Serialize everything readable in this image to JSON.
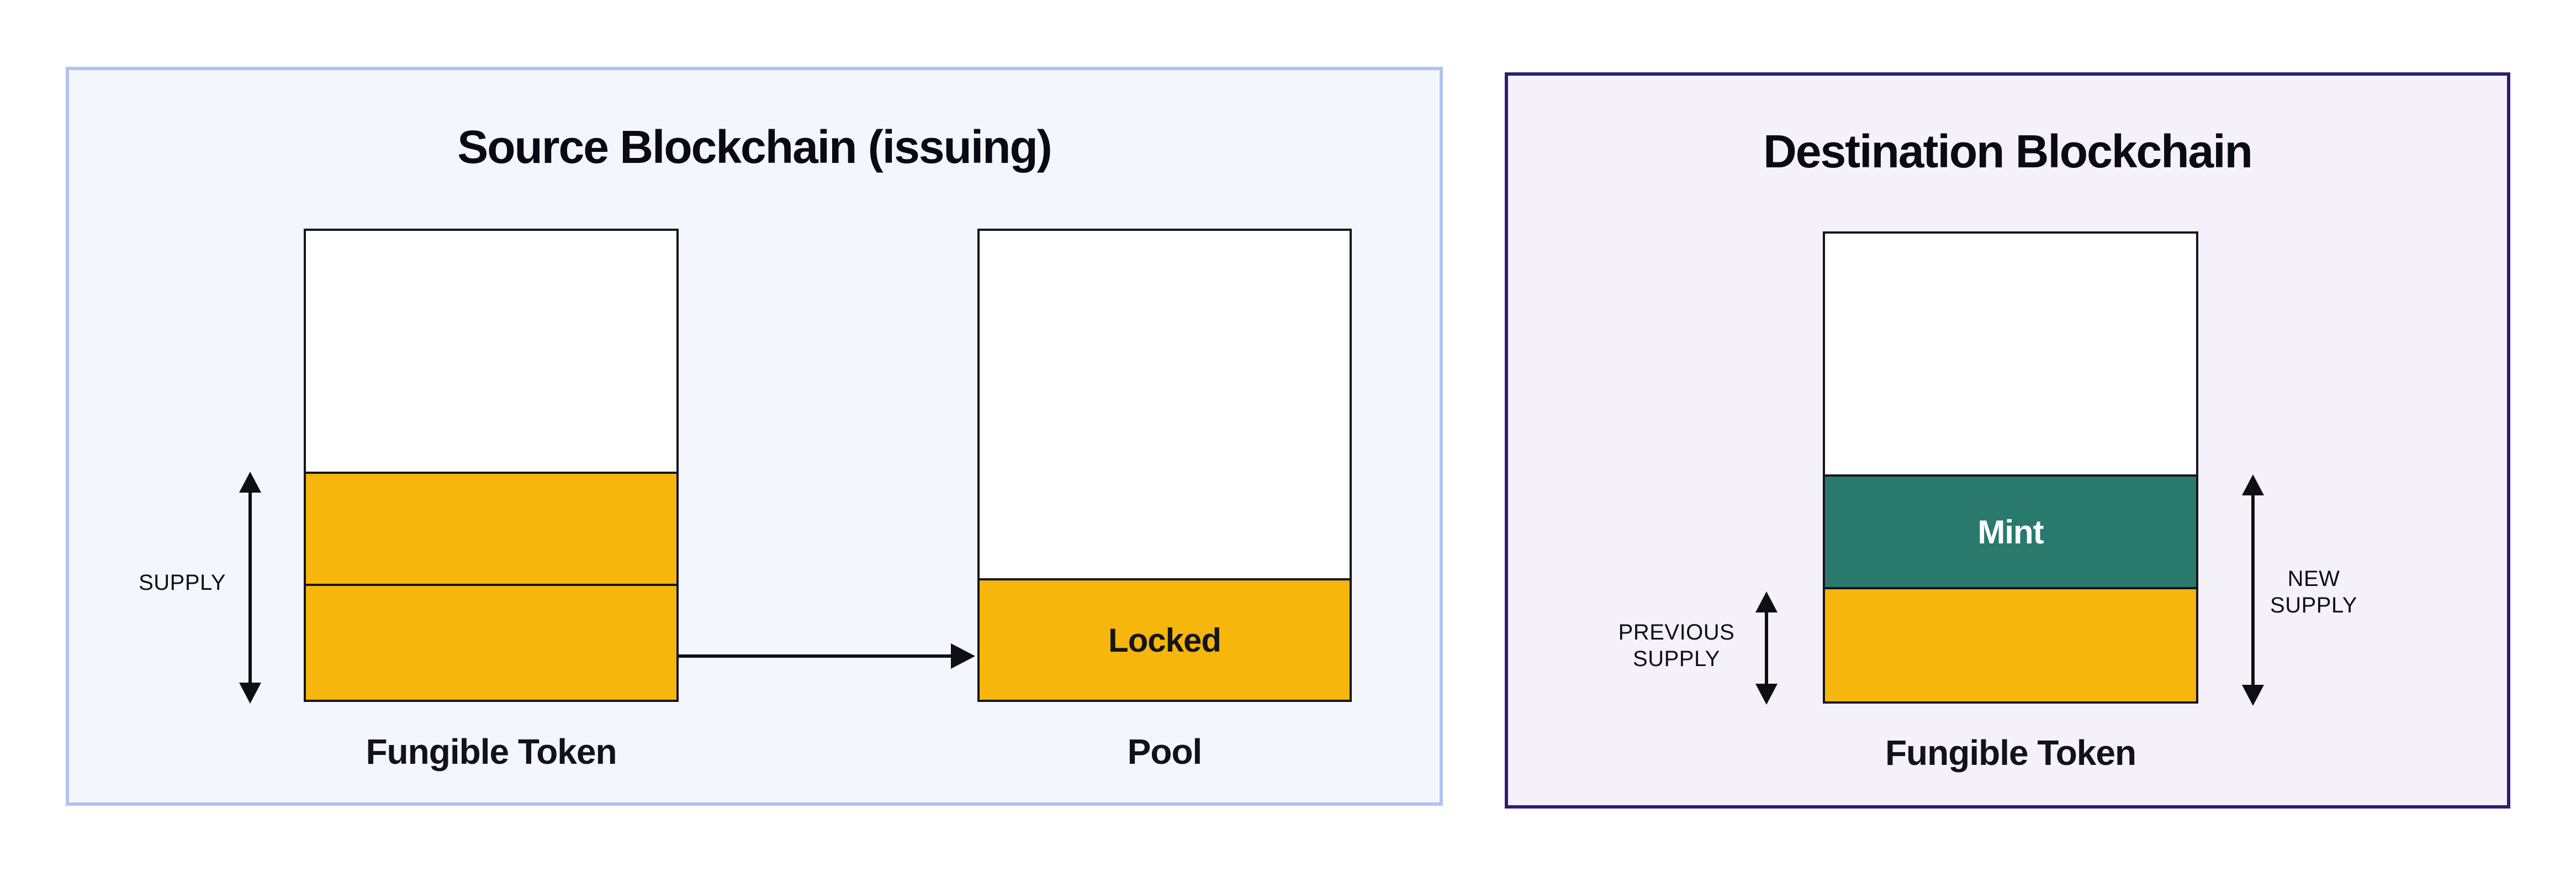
{
  "source_panel": {
    "title": "Source Blockchain (issuing)",
    "supply_label": "SUPPLY",
    "fungible_token": {
      "label": "Fungible Token"
    },
    "pool": {
      "label": "Pool",
      "locked_label": "Locked"
    }
  },
  "destination_panel": {
    "title": "Destination Blockchain",
    "previous_supply": {
      "line1": "PREVIOUS",
      "line2": "SUPPLY"
    },
    "new_supply": {
      "line1": "NEW",
      "line2": "SUPPLY"
    },
    "mint_label": "Mint",
    "fungible_token": {
      "label": "Fungible Token"
    }
  },
  "colors": {
    "amber": "#F6B60B",
    "teal": "#297A6C",
    "ink": "#0E0E14",
    "bar_outline": "#15151E",
    "source_panel_bg": "#F3F6FD",
    "source_panel_border": "#AFC3F0",
    "destination_panel_bg": "#F4F1FB",
    "destination_panel_border": "#2E1D72",
    "mint_text": "#FFFFFF"
  }
}
